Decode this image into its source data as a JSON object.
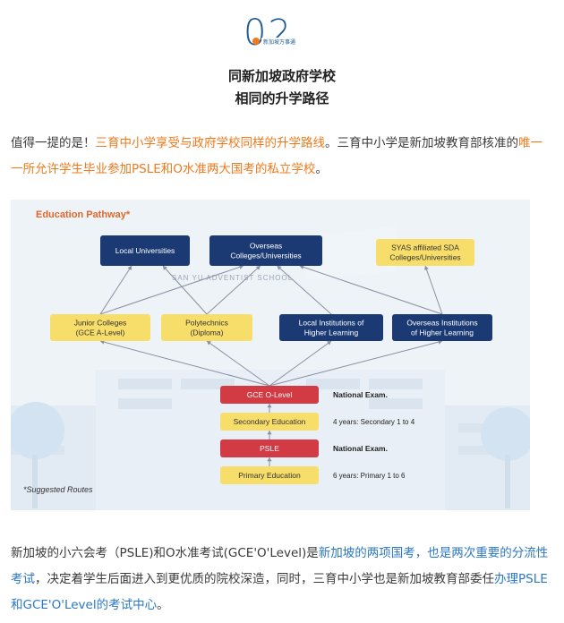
{
  "badge": {
    "number": "02",
    "subtitle": "新加坡万事通"
  },
  "heading": {
    "line1": "同新加坡政府学校",
    "line2": "相同的升学路径"
  },
  "intro": {
    "t1": "值得一提的是！",
    "h1": "三育中小学享受与政府学校同样的升学路线",
    "t2": "。三育中小学是新加坡教育部核准的",
    "h2": "唯一 一所允许学生毕业参加PSLE和O水准两大国考的私立学校",
    "t3": "。"
  },
  "diagram": {
    "title": "Education Pathway*",
    "watermark": "SAN YU ADVENTIST SCHOOL",
    "footnote": "*Suggested Routes",
    "colors": {
      "navy": "#1b3a73",
      "yellow": "#f7dd6a",
      "red": "#d23a44",
      "arrow": "#8a8fa0"
    },
    "top": [
      {
        "id": "local_uni",
        "label": "Local Universities",
        "style": "navy"
      },
      {
        "id": "overseas_uni",
        "label": "Overseas\nColleges/Universities",
        "style": "navy"
      },
      {
        "id": "syas",
        "label": "SYAS affiliated SDA\nColleges/Universities",
        "style": "yellow"
      }
    ],
    "middle": [
      {
        "id": "jc",
        "label": "Junior Colleges\n(GCE A-Level)",
        "style": "yellow"
      },
      {
        "id": "poly",
        "label": "Polytechnics\n(Diploma)",
        "style": "yellow"
      },
      {
        "id": "local_inst",
        "label": "Local Institutions of\nHigher Learning",
        "style": "navy"
      },
      {
        "id": "overseas_inst",
        "label": "Overseas Institutions\nof Higher Learning",
        "style": "navy"
      }
    ],
    "stack": [
      {
        "id": "olevel",
        "label": "GCE O-Level",
        "style": "red",
        "note": "National Exam."
      },
      {
        "id": "secondary",
        "label": "Secondary Education",
        "style": "yellow",
        "note": "4 years: Secondary 1 to 4"
      },
      {
        "id": "psle",
        "label": "PSLE",
        "style": "red",
        "note": "National Exam."
      },
      {
        "id": "primary",
        "label": "Primary Education",
        "style": "yellow",
        "note": "6 years: Primary 1 to 6"
      }
    ]
  },
  "outro": {
    "t1": "新加坡的小六会考（PSLE)和O水准考试(GCE'O'Level)是",
    "h1": "新加坡的两项国考，也是两次重要的分流性考试",
    "t2": "，决定着学生后面进入到更优质的院校深造，同时，三育中小学也是新加坡教育部委任",
    "h2": "办理PSLE和GCE'O'Level的考试中心",
    "t3": "。"
  }
}
